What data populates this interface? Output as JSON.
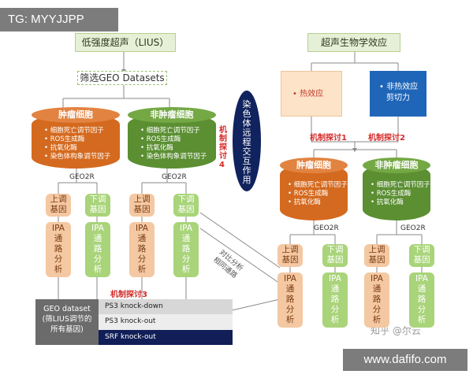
{
  "watermark_top": "TG: MYYJJPP",
  "watermark_bottom": "www.dafifo.com",
  "watermark_zhihu": "知乎 @尔云",
  "left_title": "低强度超声（LIUS）",
  "filter": "筛选GEO Datasets",
  "right_title": "超声生物学效应",
  "heat_effect": "• 热效应",
  "nonheat_effect": [
    "• 非热效应",
    "剪切力"
  ],
  "oval_text": "染色体远程交互作用",
  "mech1": "机制探讨1",
  "mech2": "机制探讨2",
  "mech3": "机制探讨3",
  "mech4": "机制探讨4",
  "geo2r": "GEO2R",
  "left_tumor": {
    "title": "肿瘤细胞",
    "items": [
      "细胞死亡调节因子",
      "ROS生成酶",
      "抗氧化酶",
      "染色体构象调节因子"
    ]
  },
  "left_nontumor": {
    "title": "非肿瘤细胞",
    "items": [
      "细胞死亡调节因子",
      "ROS生成酶",
      "抗氧化酶",
      "染色体构象调节因子"
    ]
  },
  "right_tumor": {
    "title": "肿瘤细胞",
    "items": [
      "细胞死亡调节因子",
      "ROS生成酶",
      "抗氧化酶"
    ]
  },
  "right_nontumor": {
    "title": "非肿瘤细胞",
    "items": [
      "细胞死亡调节因子",
      "ROS生成酶",
      "抗氧化酶"
    ]
  },
  "up_gene": [
    "上调",
    "基因"
  ],
  "down_gene": [
    "下调",
    "基因"
  ],
  "ipa": [
    "IPA",
    "通",
    "路",
    "分",
    "析"
  ],
  "compare": [
    "对比分析",
    "相同通路"
  ],
  "geo_dataset": [
    "GEO dataset",
    "(筛LIUS调节的",
    "所有基因)"
  ],
  "knock_rows": [
    "PS3 knock-down",
    "PS3 knock-out",
    "SRF knock-out"
  ]
}
